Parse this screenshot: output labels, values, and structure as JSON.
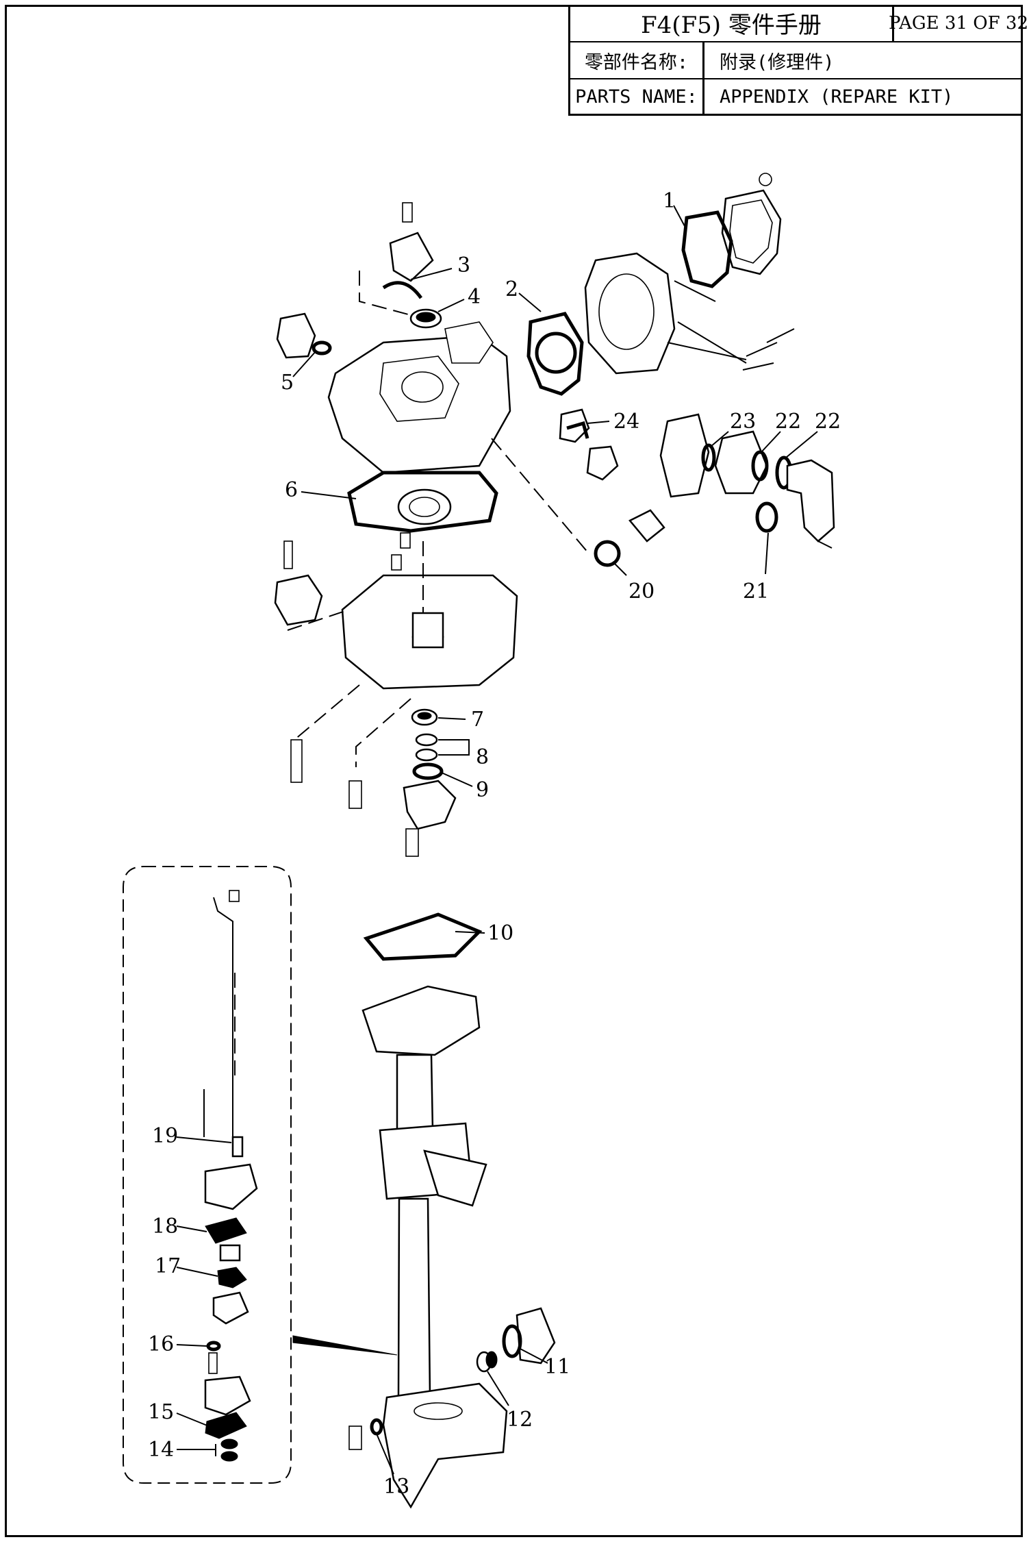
{
  "title_block": {
    "title": "F4(F5) 零件手册",
    "page": "PAGE 31 OF 32",
    "name_label_cn": "零部件名称:",
    "name_value_cn": "附录(修理件)",
    "name_label_en": "PARTS NAME:",
    "name_value_en": "APPENDIX (REPARE KIT)"
  },
  "callouts": [
    "1",
    "2",
    "3",
    "4",
    "5",
    "6",
    "7",
    "8",
    "9",
    "10",
    "11",
    "12",
    "13",
    "14",
    "15",
    "16",
    "17",
    "18",
    "19",
    "20",
    "21",
    "22",
    "22",
    "23",
    "24"
  ]
}
